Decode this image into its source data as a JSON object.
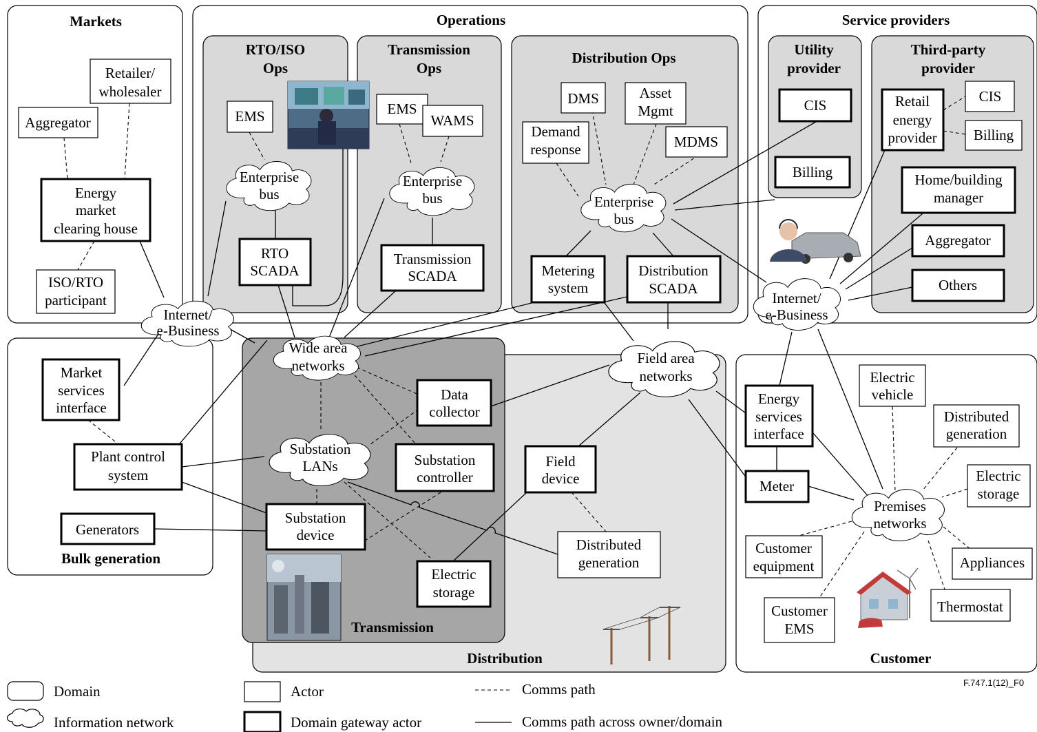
{
  "domains": {
    "markets": "Markets",
    "operations": "Operations",
    "rto_iso_ops": [
      "RTO/ISO",
      "Ops"
    ],
    "transmission_ops": [
      "Transmission",
      "Ops"
    ],
    "distribution_ops": "Distribution Ops",
    "service_providers": "Service providers",
    "utility_provider": [
      "Utility",
      "provider"
    ],
    "third_party_provider": [
      "Third-party",
      "provider"
    ],
    "bulk_generation": "Bulk generation",
    "transmission": "Transmission",
    "distribution": "Distribution",
    "customer": "Customer"
  },
  "actors": {
    "retailer": [
      "Retailer/",
      "wholesaler"
    ],
    "aggregator_mkt": "Aggregator",
    "energy_market": [
      "Energy",
      "market",
      "clearing house"
    ],
    "iso_rto_participant": [
      "ISO/RTO",
      "participant"
    ],
    "ems_rto": "EMS",
    "rto_scada": [
      "RTO",
      "SCADA"
    ],
    "ems_tx": "EMS",
    "wams": "WAMS",
    "transmission_scada": [
      "Transmission",
      "SCADA"
    ],
    "dms": "DMS",
    "asset_mgmt": [
      "Asset",
      "Mgmt"
    ],
    "demand_response": [
      "Demand",
      "response"
    ],
    "mdms": "MDMS",
    "metering_system": [
      "Metering",
      "system"
    ],
    "distribution_scada": [
      "Distribution",
      "SCADA"
    ],
    "cis_utility": "CIS",
    "billing_utility": "Billing",
    "retail_energy_provider": [
      "Retail",
      "energy",
      "provider"
    ],
    "cis_third": "CIS",
    "billing_third": "Billing",
    "home_building_manager": [
      "Home/building",
      "manager"
    ],
    "aggregator_sp": "Aggregator",
    "others": "Others",
    "market_services_interface": [
      "Market",
      "services",
      "interface"
    ],
    "plant_control_system": [
      "Plant control",
      "system"
    ],
    "generators": "Generators",
    "data_collector": [
      "Data",
      "collector"
    ],
    "substation_controller": [
      "Substation",
      "controller"
    ],
    "substation_device": [
      "Substation",
      "device"
    ],
    "electric_storage_dist": [
      "Electric",
      "storage"
    ],
    "field_device": [
      "Field",
      "device"
    ],
    "distributed_generation_dist": [
      "Distributed",
      "generation"
    ],
    "energy_services_interface": [
      "Energy",
      "services",
      "interface"
    ],
    "meter": "Meter",
    "electric_vehicle": [
      "Electric",
      "vehicle"
    ],
    "distributed_generation_cust": [
      "Distributed",
      "generation"
    ],
    "electric_storage_cust": [
      "Electric",
      "storage"
    ],
    "customer_equipment": [
      "Customer",
      "equipment"
    ],
    "customer_ems": [
      "Customer",
      "EMS"
    ],
    "appliances": "Appliances",
    "thermostat": "Thermostat"
  },
  "networks": {
    "enterprise_bus_rto": [
      "Enterprise",
      "bus"
    ],
    "enterprise_bus_tx": [
      "Enterprise",
      "bus"
    ],
    "enterprise_bus_dist": [
      "Enterprise",
      "bus"
    ],
    "internet_left": [
      "Internet/",
      "e-Business"
    ],
    "internet_right": [
      "Internet/",
      "e-Business"
    ],
    "wide_area_networks": [
      "Wide area",
      "networks"
    ],
    "field_area_networks": [
      "Field area",
      "networks"
    ],
    "substation_lans": [
      "Substation",
      "LANs"
    ],
    "premises_networks": [
      "Premises",
      "networks"
    ]
  },
  "legend": {
    "domain": "Domain",
    "information_network": "Information network",
    "actor": "Actor",
    "domain_gateway_actor": "Domain gateway actor",
    "comms_path": "Comms path",
    "comms_path_across": "Comms path across owner/domain"
  },
  "figure_code": "F.747.1(12)_F0"
}
